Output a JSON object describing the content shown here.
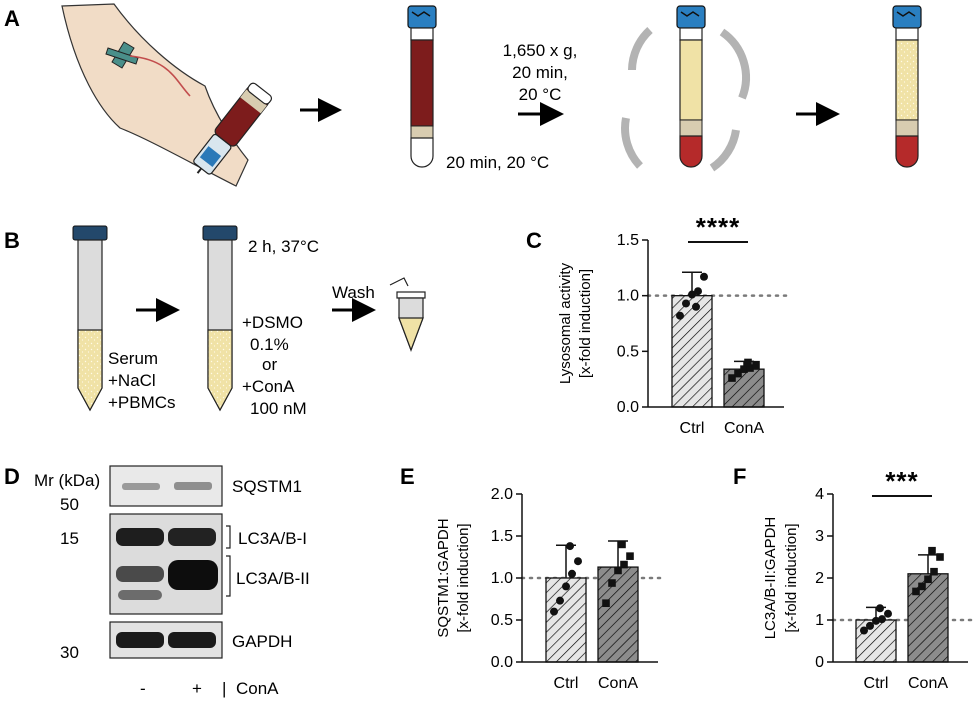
{
  "panels": {
    "a": "A",
    "b": "B",
    "c": "C",
    "d": "D",
    "e": "E",
    "f": "F"
  },
  "panel_a": {
    "centrifuge_lines": [
      "1,650 x g,",
      "20 min,",
      "20 °C"
    ],
    "incubation_label": "20 min, 20 °C"
  },
  "panel_b": {
    "tube1_lines": [
      "Serum",
      "+NaCl",
      "+PBMCs"
    ],
    "incubation": "2 h, 37°C",
    "tube2_lines": [
      "+DSMO",
      "0.1%",
      "or",
      "+ConA",
      "100 nM"
    ],
    "wash": "Wash"
  },
  "panel_d": {
    "mr_label": "Mr (kDa)",
    "markers": [
      "50",
      "15",
      "30"
    ],
    "bands": [
      "SQSTM1",
      "LC3A/B-I",
      "LC3A/B-II",
      "GAPDH"
    ],
    "lane_minus": "-",
    "lane_plus": "+",
    "separator": "|",
    "treatment": "ConA"
  },
  "colors": {
    "ctrl_fill": "#e6e6e6",
    "cona_fill": "#8c8c8c",
    "hatch": "#000000"
  },
  "chart_data": [
    {
      "id": "C",
      "type": "bar",
      "categories": [
        "Ctrl",
        "ConA"
      ],
      "values": [
        1.0,
        0.34
      ],
      "errors": [
        0.21,
        0.07
      ],
      "points": [
        [
          0.82,
          0.93,
          1.01,
          1.04,
          1.17,
          0.9
        ],
        [
          0.26,
          0.3,
          0.34,
          0.35,
          0.38,
          0.4
        ]
      ],
      "ylabel_lines": [
        "Lysosomal activity",
        "[x-fold induction]"
      ],
      "ylim": [
        0,
        1.5
      ],
      "yticks": [
        "0.0",
        "0.5",
        "1.0",
        "1.5"
      ],
      "reference_line": 1.0,
      "significance": "****"
    },
    {
      "id": "E",
      "type": "bar",
      "categories": [
        "Ctrl",
        "ConA"
      ],
      "values": [
        1.0,
        1.13
      ],
      "errors": [
        0.39,
        0.31
      ],
      "points": [
        [
          0.6,
          0.73,
          0.9,
          1.05,
          1.2,
          1.38
        ],
        [
          0.7,
          0.94,
          1.09,
          1.16,
          1.26,
          1.4
        ]
      ],
      "ylabel_lines": [
        "SQSTM1:GAPDH",
        "[x-fold induction]"
      ],
      "ylim": [
        0,
        2.0
      ],
      "yticks": [
        "0.0",
        "0.5",
        "1.0",
        "1.5",
        "2.0"
      ],
      "reference_line": 1.0,
      "significance": ""
    },
    {
      "id": "F",
      "type": "bar",
      "categories": [
        "Ctrl",
        "ConA"
      ],
      "values": [
        1.0,
        2.1
      ],
      "errors": [
        0.3,
        0.45
      ],
      "points": [
        [
          0.75,
          0.86,
          0.98,
          1.02,
          1.15,
          1.28
        ],
        [
          1.68,
          1.8,
          1.97,
          2.15,
          2.5,
          2.65
        ]
      ],
      "ylabel_lines": [
        "LC3A/B-II:GAPDH",
        "[x-fold induction]"
      ],
      "ylim": [
        0,
        4
      ],
      "yticks": [
        "0",
        "1",
        "2",
        "3",
        "4"
      ],
      "reference_line": 1.0,
      "significance": "***"
    }
  ]
}
